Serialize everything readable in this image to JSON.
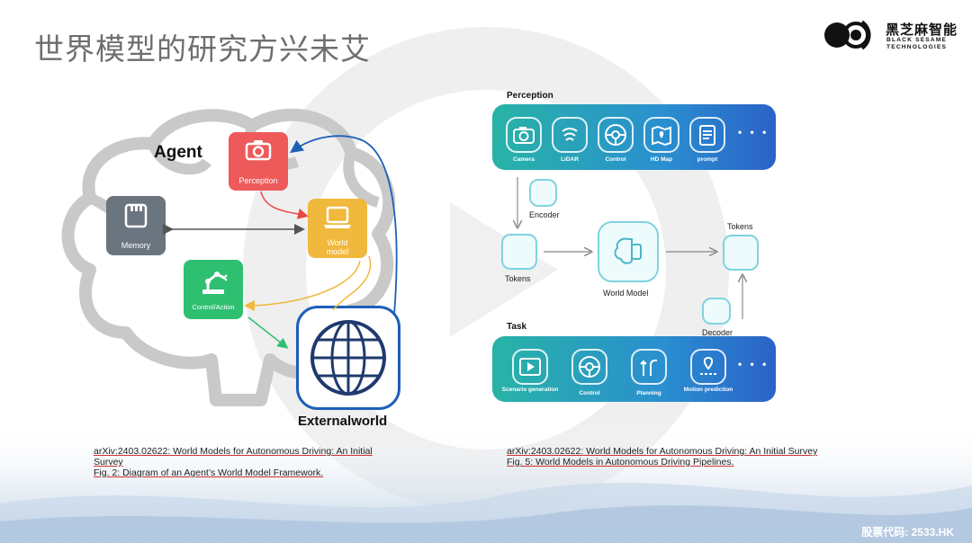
{
  "slide": {
    "title": "世界模型的研究方兴未艾",
    "logo_cn": "黑芝麻智能",
    "logo_en": "BLACK SESAME TECHNOLOGIES",
    "stock_code": "股票代码: 2533.HK"
  },
  "left_diagram": {
    "agent_label": "Agent",
    "perception": "Perception",
    "memory": "Memory",
    "world_model": "World model",
    "control_action": "Control/Action",
    "external_world": "Externalworld",
    "caption_line1": "arXiv:2403.02622: World Models for Autonomous Driving: An Initial",
    "caption_line2": "Survey",
    "caption_line3": "Fig. 2: Diagram of an Agent’s World Model Framework."
  },
  "right_diagram": {
    "perception_title": "Perception",
    "perception_items": [
      "Camera",
      "LiDAR",
      "Control",
      "HD Map",
      "prompt"
    ],
    "more": "• • •",
    "encoder": "Encoder",
    "tokens_left": "Tokens",
    "world_model": "World Model",
    "tokens_right": "Tokens",
    "decoder": "Decoder",
    "task_title": "Task",
    "task_items": [
      "Scenario generation",
      "Control",
      "Planning",
      "Motion prediction"
    ],
    "caption_line1": "arXiv:2403.02622: World Models for Autonomous Driving: An Initial Survey",
    "caption_line2": "Fig. 5: World Models in Autonomous Driving Pipelines."
  },
  "colors": {
    "perception_red": "#ee5a5a",
    "memory_gray": "#6b7580",
    "world_model_yellow": "#f0b83c",
    "control_green": "#2fbf71",
    "external_blue": "#1e5fb8",
    "bar_teal": "#28b3a6",
    "bar_blue": "#2b62c8"
  }
}
